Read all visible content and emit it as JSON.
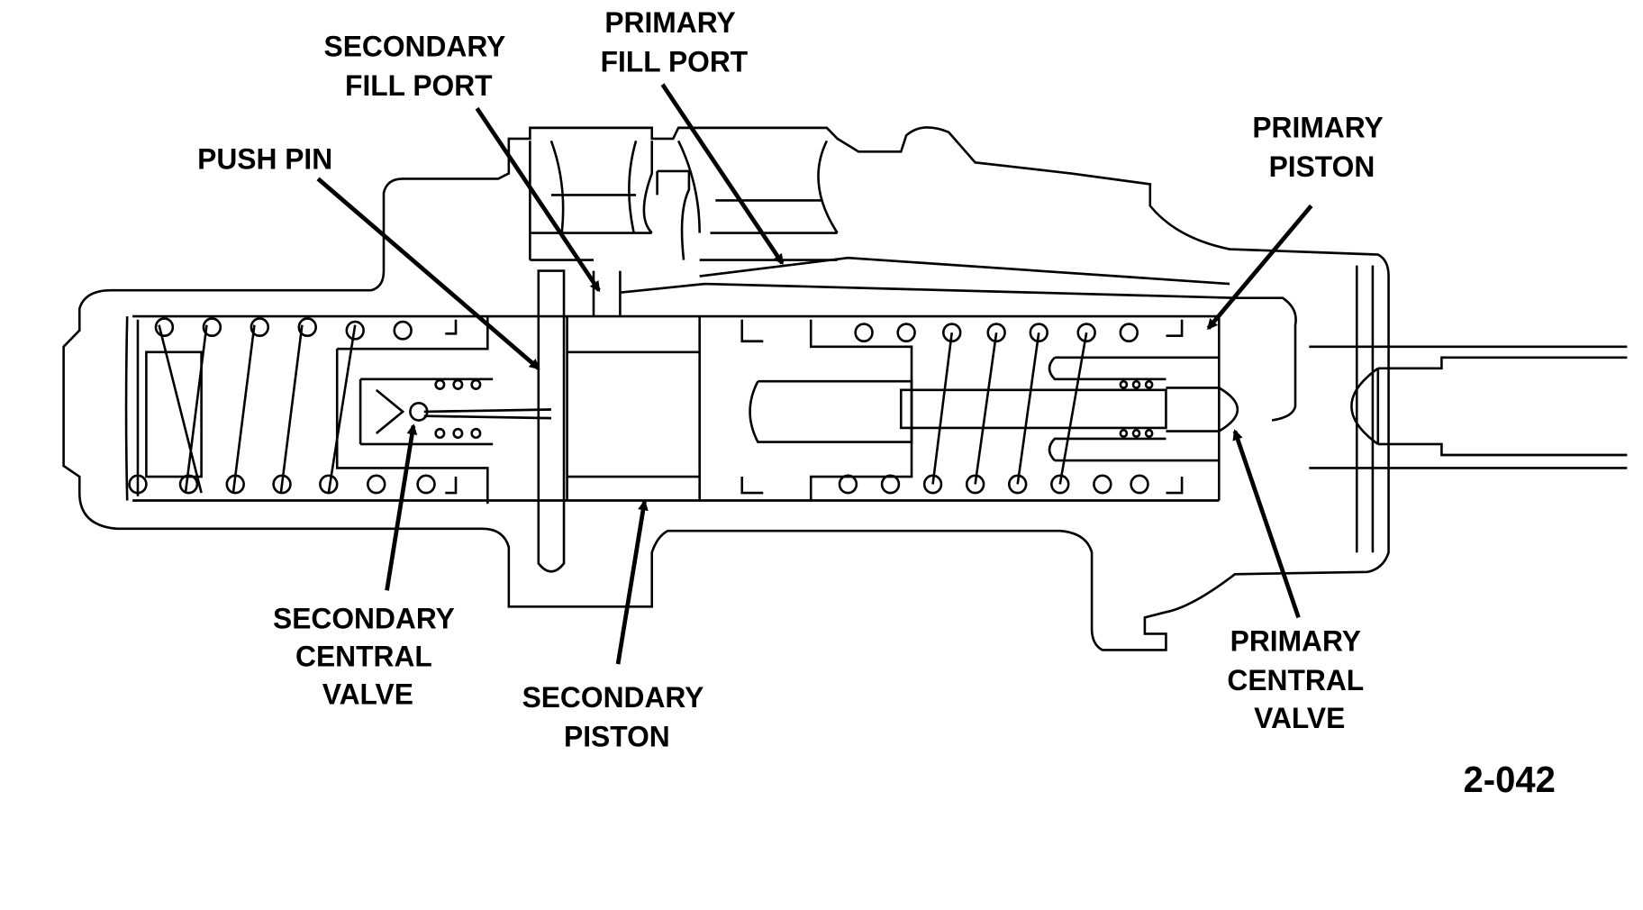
{
  "diagram": {
    "labels": {
      "secondary_fill_port": [
        "SECONDARY",
        "FILL PORT"
      ],
      "primary_fill_port": [
        "PRIMARY",
        "FILL PORT"
      ],
      "push_pin": [
        "PUSH PIN"
      ],
      "primary_piston": [
        "PRIMARY",
        "PISTON"
      ],
      "secondary_central_valve": [
        "SECONDARY",
        "CENTRAL",
        "VALVE"
      ],
      "secondary_piston": [
        "SECONDARY",
        "PISTON"
      ],
      "primary_central_valve": [
        "PRIMARY",
        "CENTRAL",
        "VALVE"
      ]
    },
    "figure_number": "2-042",
    "colors": {
      "ink": "#000000",
      "background": "#ffffff"
    }
  }
}
